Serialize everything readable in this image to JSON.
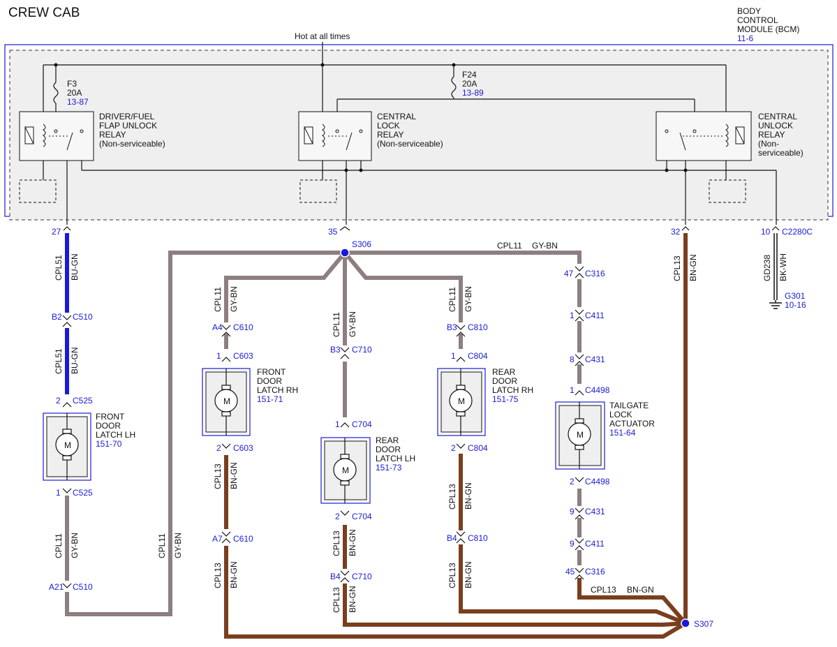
{
  "title": "CREW CAB",
  "bcm": {
    "line1": "BODY",
    "line2": "CONTROL",
    "line3": "MODULE (BCM)",
    "ref": "11-6"
  },
  "hot": "Hot at all times",
  "fuses": [
    {
      "name": "F3",
      "rating": "20A",
      "ref": "13-87"
    },
    {
      "name": "F24",
      "rating": "20A",
      "ref": "13-89"
    }
  ],
  "relays": [
    {
      "lines": [
        "DRIVER/FUEL",
        "FLAP UNLOCK",
        "RELAY",
        "(Non-serviceable)"
      ]
    },
    {
      "lines": [
        "CENTRAL",
        "LOCK",
        "RELAY",
        "(Non-serviceable)"
      ]
    },
    {
      "lines": [
        "CENTRAL",
        "UNLOCK",
        "RELAY",
        "(Non-",
        "serviceable)"
      ]
    }
  ],
  "bcm_pins": {
    "p27": "27",
    "p35": "35",
    "p32": "32",
    "p10": "10",
    "c2280": "C2280C"
  },
  "splices": {
    "s306": "S306",
    "s307": "S307"
  },
  "ground": {
    "circuit": "GD238",
    "color": "BK-WH",
    "name": "G301",
    "ref": "10-16"
  },
  "components": [
    {
      "lines": [
        "FRONT",
        "DOOR",
        "LATCH LH"
      ],
      "ref": "151-70"
    },
    {
      "lines": [
        "FRONT",
        "DOOR",
        "LATCH RH"
      ],
      "ref": "151-71"
    },
    {
      "lines": [
        "REAR",
        "DOOR",
        "LATCH LH"
      ],
      "ref": "151-73"
    },
    {
      "lines": [
        "REAR",
        "DOOR",
        "LATCH RH"
      ],
      "ref": "151-75"
    },
    {
      "lines": [
        "TAILGATE",
        "LOCK",
        "ACTUATOR"
      ],
      "ref": "151-64"
    }
  ],
  "motor_label": "M",
  "connectors": {
    "b2": "B2",
    "c510": "C510",
    "p2": "2",
    "c525": "C525",
    "p1": "1",
    "a21": "A21",
    "a4": "A4",
    "c610": "C610",
    "c603": "C603",
    "a7": "A7",
    "b3": "B3",
    "c710": "C710",
    "c704": "C704",
    "b4": "B4",
    "c810": "C810",
    "c804": "C804",
    "p47": "47",
    "c316": "C316",
    "c411": "C411",
    "p8": "8",
    "c431": "C431",
    "c4498": "C4498",
    "p9": "9",
    "p45": "45"
  },
  "wires": {
    "cpl51": "CPL51",
    "bugn": "BU-GN",
    "cpl11": "CPL11",
    "gybn": "GY-BN",
    "cpl13": "CPL13",
    "bngn": "BN-GN"
  },
  "colors": {
    "bugn": "#1a1ad6",
    "gybn": "#8a7a7a",
    "bngn": "#7a3e1e",
    "blue": "#1a1ad6"
  }
}
